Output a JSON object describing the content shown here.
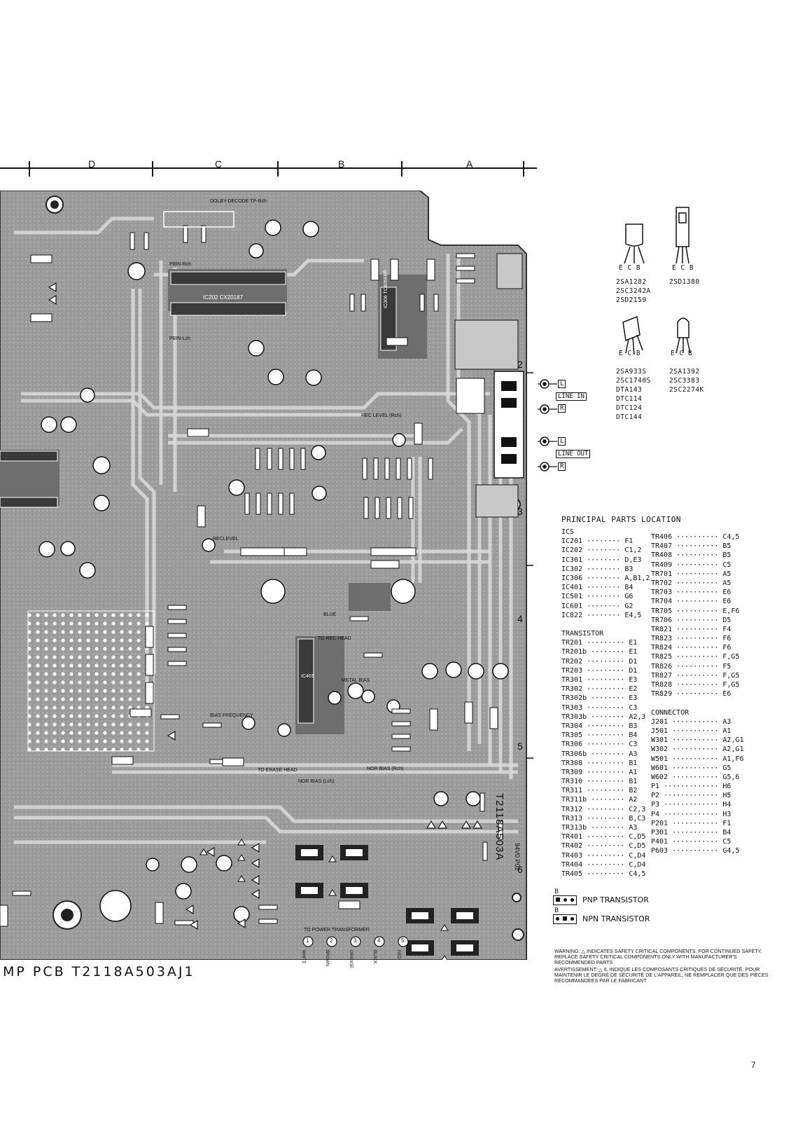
{
  "ruler": {
    "columns": [
      "D",
      "C",
      "B",
      "A"
    ]
  },
  "rows": [
    "2",
    "3",
    "4",
    "5",
    "6"
  ],
  "board": {
    "caption": "MP PCB T2118A503AJ1",
    "side_id": "T2118A503A",
    "side_sub": "94V0 P02",
    "ic_labels": [
      "IC202 CX20187",
      "IC306 TC4066BP",
      "IC401"
    ],
    "labels": [
      "DOLBY-DECODE TP-Rch",
      "PBIN-Rch",
      "PBIN-Lch",
      "REC LEVEL (Rch)",
      "RECLEVEL",
      "BIAS FREQUENCY",
      "METAL BIAS",
      "NOR BIAS (Lch)",
      "NOR BIAS (Rch)",
      "TO REC HEAD",
      "TO ERASE HEAD",
      "BLUE",
      "TO POWER TRANSFORMER"
    ],
    "wire_labels": [
      "WHITE",
      "BROWN",
      "ORANGE",
      "BLACK",
      "RED"
    ],
    "wire_nums": [
      "1",
      "2",
      "3",
      "4",
      "5"
    ]
  },
  "connectors": {
    "line_in": "LINE IN",
    "line_out": "LINE OUT",
    "L": "L",
    "R": "R"
  },
  "transistor_types": {
    "group1": {
      "pins": "E C B",
      "parts": [
        "2SA1282",
        "2SC3242A",
        "2SD2159"
      ]
    },
    "group2": {
      "pins": "E C B",
      "parts": [
        "2SD1380"
      ]
    },
    "group3": {
      "pins": "E C B",
      "parts": [
        "2SA933S",
        "2SC1740S",
        "DTA143",
        "DTC114",
        "DTC124",
        "DTC144"
      ]
    },
    "group4": {
      "pins": "E C B",
      "parts": [
        "2SA1392",
        "2SC3383",
        "2SC2274K"
      ]
    }
  },
  "parts_location": {
    "title": "PRINCIPAL PARTS LOCATION",
    "ics_header": "ICS",
    "ics": [
      {
        "part": "IC201",
        "loc": "F1"
      },
      {
        "part": "IC202",
        "loc": "C1,2"
      },
      {
        "part": "IC301",
        "loc": "D,E3"
      },
      {
        "part": "IC302",
        "loc": "B3"
      },
      {
        "part": "IC306",
        "loc": "A,B1,2"
      },
      {
        "part": "IC401",
        "loc": "B4"
      },
      {
        "part": "IC501",
        "loc": "G6"
      },
      {
        "part": "IC601",
        "loc": "G2"
      },
      {
        "part": "IC822",
        "loc": "E4,5"
      }
    ],
    "transistor_header": "TRANSISTOR",
    "transistors_left": [
      {
        "part": "TR201",
        "loc": "E1"
      },
      {
        "part": "TR201b",
        "loc": "E1"
      },
      {
        "part": "TR202",
        "loc": "D1"
      },
      {
        "part": "TR203",
        "loc": "D1"
      },
      {
        "part": "TR301",
        "loc": "E3"
      },
      {
        "part": "TR302",
        "loc": "E2"
      },
      {
        "part": "TR302b",
        "loc": "E3"
      },
      {
        "part": "TR303",
        "loc": "C3"
      },
      {
        "part": "TR303b",
        "loc": "A2,3"
      },
      {
        "part": "TR304",
        "loc": "B3"
      },
      {
        "part": "TR305",
        "loc": "B4"
      },
      {
        "part": "TR306",
        "loc": "C3"
      },
      {
        "part": "TR306b",
        "loc": "A3"
      },
      {
        "part": "TR308",
        "loc": "B1"
      },
      {
        "part": "TR309",
        "loc": "A1"
      },
      {
        "part": "TR310",
        "loc": "B1"
      },
      {
        "part": "TR311",
        "loc": "B2"
      },
      {
        "part": "TR311b",
        "loc": "A2"
      },
      {
        "part": "TR312",
        "loc": "C2,3"
      },
      {
        "part": "TR313",
        "loc": "B,C3"
      },
      {
        "part": "TR313b",
        "loc": "A3"
      },
      {
        "part": "TR401",
        "loc": "C,D5"
      },
      {
        "part": "TR402",
        "loc": "C,D5"
      },
      {
        "part": "TR403",
        "loc": "C,D4"
      },
      {
        "part": "TR404",
        "loc": "C,D4"
      },
      {
        "part": "TR405",
        "loc": "C4,5"
      }
    ],
    "transistors_right": [
      {
        "part": "TR406",
        "loc": "C4,5"
      },
      {
        "part": "TR407",
        "loc": "B5"
      },
      {
        "part": "TR408",
        "loc": "B5"
      },
      {
        "part": "TR409",
        "loc": "C5"
      },
      {
        "part": "TR701",
        "loc": "A5"
      },
      {
        "part": "TR702",
        "loc": "A5"
      },
      {
        "part": "TR703",
        "loc": "E6"
      },
      {
        "part": "TR704",
        "loc": "E6"
      },
      {
        "part": "TR705",
        "loc": "E,F6"
      },
      {
        "part": "TR706",
        "loc": "D5"
      },
      {
        "part": "TR821",
        "loc": "F4"
      },
      {
        "part": "TR823",
        "loc": "F6"
      },
      {
        "part": "TR824",
        "loc": "F6"
      },
      {
        "part": "TR825",
        "loc": "F,G5"
      },
      {
        "part": "TR826",
        "loc": "F5"
      },
      {
        "part": "TR827",
        "loc": "F,G5"
      },
      {
        "part": "TR828",
        "loc": "F,G5"
      },
      {
        "part": "TR829",
        "loc": "E6"
      }
    ],
    "connector_header": "CONNECTOR",
    "connectors": [
      {
        "part": "J201",
        "loc": "A3"
      },
      {
        "part": "J501",
        "loc": "A1"
      },
      {
        "part": "W301",
        "loc": "A2,G1"
      },
      {
        "part": "W302",
        "loc": "A2,G1"
      },
      {
        "part": "W501",
        "loc": "A1,F6"
      },
      {
        "part": "W601",
        "loc": "G5"
      },
      {
        "part": "W602",
        "loc": "G5,6"
      },
      {
        "part": "P1",
        "loc": "H6"
      },
      {
        "part": "P2",
        "loc": "H5"
      },
      {
        "part": "P3",
        "loc": "H4"
      },
      {
        "part": "P4",
        "loc": "H3"
      },
      {
        "part": "P201",
        "loc": "F1"
      },
      {
        "part": "P301",
        "loc": "B4"
      },
      {
        "part": "P401",
        "loc": "C5"
      },
      {
        "part": "P603",
        "loc": "G4,5"
      }
    ]
  },
  "legend": {
    "pnp_b": "B",
    "pnp": "PNP TRANSISTOR",
    "npn_b": "B",
    "npn": "NPN TRANSISTOR"
  },
  "warning": {
    "en_lead": "WARNING:",
    "en_text": "INDICATES SAFETY CRITICAL COMPONENTS. FOR CONTINUED SAFETY, REPLACE SAFETY CRITICAL COMPONENTS ONLY WITH MANUFACTURER'S RECOMMENDED PARTS",
    "fr_lead": "AVERTISSEMENT:",
    "fr_text": "IL INDIQUE LES COMPOSANTS CRITIQUES DE SÉCURITÉ. POUR MAINTENIR LE DEGRÉ DE SÉCURITÉ DE L'APPAREIL, NE REMPLACER QUE DES PIÈCES RECOMMANDÉES PAR LE FABRICANT"
  },
  "page_number": "7"
}
